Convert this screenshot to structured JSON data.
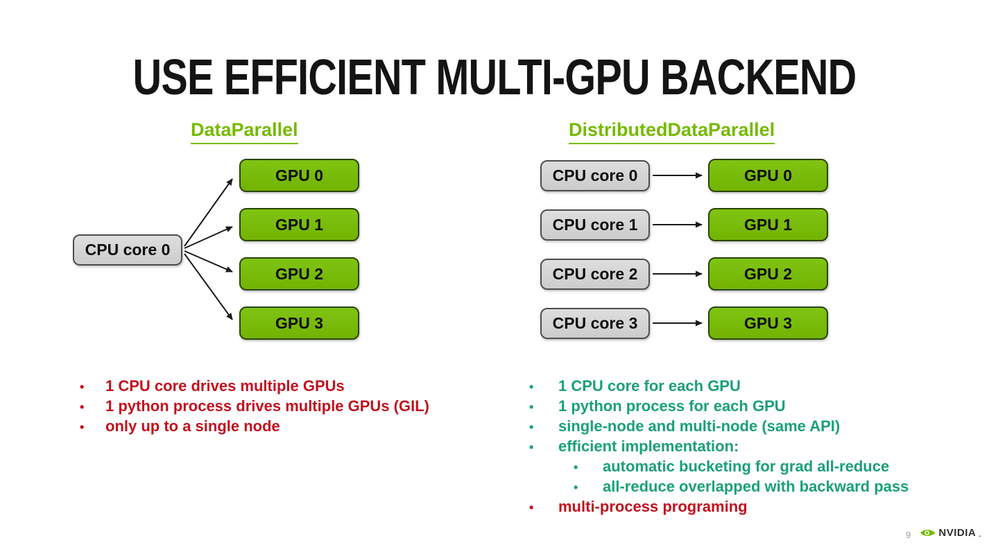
{
  "slide": {
    "title": "USE EFFICIENT MULTI-GPU BACKEND",
    "page_number": "9",
    "logo_text": "NVIDIA",
    "logo_mark": "."
  },
  "ui": {
    "bullet_char": "•"
  },
  "colors": {
    "nvidia_green": "#76b900",
    "green_box_fill": "#76b900",
    "green_box_border": "#2b4400",
    "gray_box_fill": "#d6d6d6",
    "gray_box_border": "#4d4d4d",
    "red_text": "#c1121e",
    "teal_text": "#1aa077",
    "title_text": "#141414",
    "arrow": "#1a1a1a"
  },
  "left_panel": {
    "heading": "DataParallel",
    "cpu_box": "CPU core 0",
    "gpu_boxes": [
      "GPU 0",
      "GPU 1",
      "GPU 2",
      "GPU 3"
    ],
    "bullets": [
      {
        "text": "1 CPU core drives multiple GPUs",
        "color": "red",
        "level": 1
      },
      {
        "text": "1 python process drives multiple GPUs (GIL)",
        "color": "red",
        "level": 1
      },
      {
        "text": "only up to a single node",
        "color": "red",
        "level": 1
      }
    ]
  },
  "right_panel": {
    "heading": "DistributedDataParallel",
    "rows": [
      {
        "cpu": "CPU core 0",
        "gpu": "GPU 0"
      },
      {
        "cpu": "CPU core 1",
        "gpu": "GPU 1"
      },
      {
        "cpu": "CPU core 2",
        "gpu": "GPU 2"
      },
      {
        "cpu": "CPU core 3",
        "gpu": "GPU 3"
      }
    ],
    "bullets": [
      {
        "text": "1 CPU core for each GPU",
        "color": "teal",
        "level": 1
      },
      {
        "text": "1 python process for each GPU",
        "color": "teal",
        "level": 1
      },
      {
        "text": "single-node and multi-node (same API)",
        "color": "teal",
        "level": 1
      },
      {
        "text": "efficient implementation:",
        "color": "teal",
        "level": 1
      },
      {
        "text": "automatic bucketing for grad all-reduce",
        "color": "teal",
        "level": 2
      },
      {
        "text": "all-reduce overlapped with backward pass",
        "color": "teal",
        "level": 2
      },
      {
        "text": "multi-process programing",
        "color": "red",
        "level": 1
      }
    ]
  }
}
